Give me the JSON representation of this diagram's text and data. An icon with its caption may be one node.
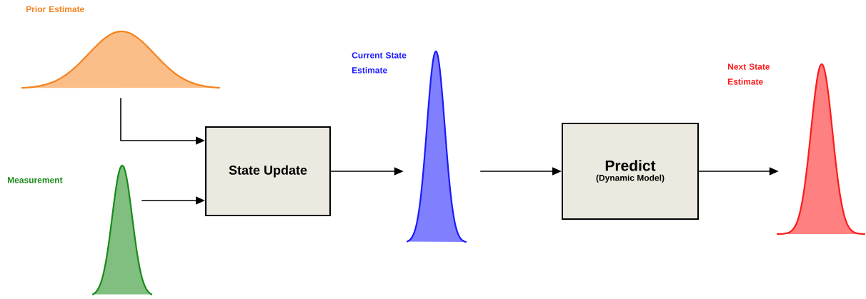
{
  "diagram": {
    "nodes": [
      {
        "text": [
          "Prior Estimate"
        ]
      },
      {
        "text": [
          "Measurement"
        ]
      },
      {
        "text": [
          "State Update"
        ]
      },
      {
        "text": [
          "Current State Estimate"
        ]
      },
      {
        "text": [
          "Predict",
          "(Dynamic Model)"
        ]
      },
      {
        "text": [
          "Next State Estimate"
        ]
      }
    ],
    "edges": [
      {
        "from": 0,
        "to": 2,
        "arrow": "to"
      },
      {
        "from": 1,
        "to": 2,
        "arrow": "to"
      },
      {
        "from": 2,
        "to": 3,
        "arrow": "to"
      },
      {
        "from": 3,
        "to": 4,
        "arrow": "to"
      },
      {
        "from": 4,
        "to": 5,
        "arrow": "to"
      }
    ]
  }
}
